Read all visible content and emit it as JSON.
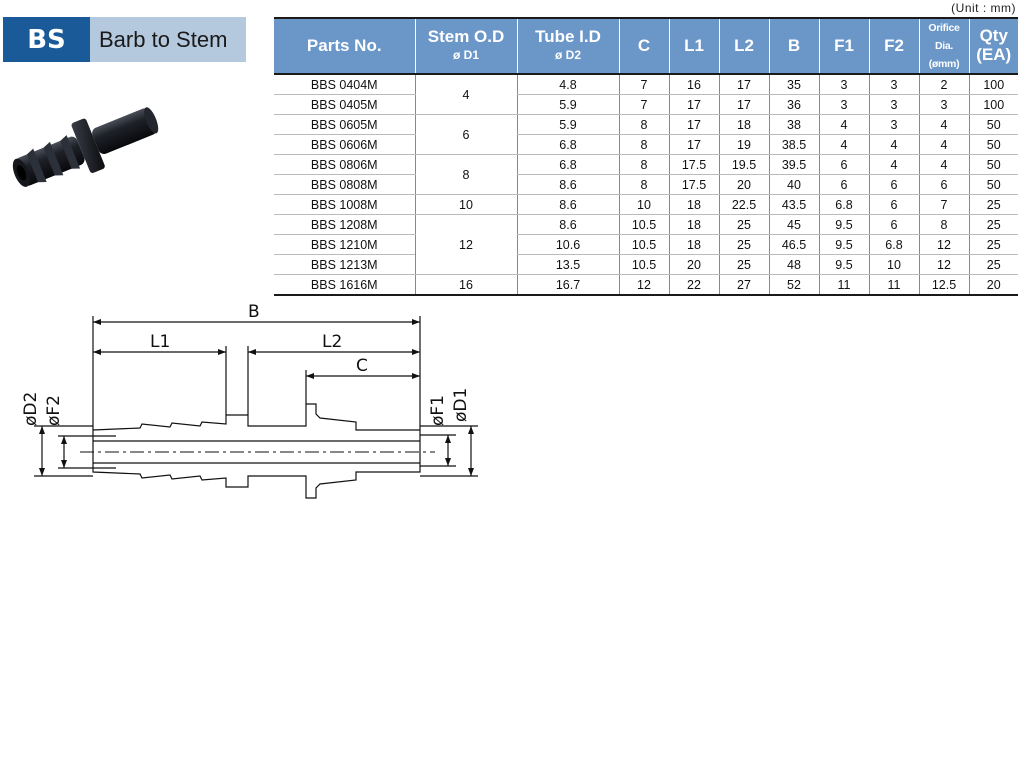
{
  "header": {
    "code": "BS",
    "title": "Barb to Stem"
  },
  "unit_note": "(Unit : mm)",
  "photo": {
    "icon": "barb-to-stem-fitting-photo"
  },
  "table": {
    "headers": {
      "parts_no": "Parts No.",
      "stem_od_line1": "Stem O.D",
      "stem_od_line2": "ø D1",
      "tube_id_line1": "Tube I.D",
      "tube_id_line2": "ø D2",
      "c": "C",
      "l1": "L1",
      "l2": "L2",
      "b": "B",
      "f1": "F1",
      "f2": "F2",
      "orifice_line1": "Orifice Dia.",
      "orifice_line2": "(ømm)",
      "qty_line1": "Qty",
      "qty_line2": "(EA)"
    },
    "rows": [
      {
        "part": "BBS 0404M",
        "d1": "4",
        "d2": "4.8",
        "c": "7",
        "l1": "16",
        "l2": "17",
        "b": "35",
        "f1": "3",
        "f2": "3",
        "orifice": "2",
        "qty": "100"
      },
      {
        "part": "BBS 0405M",
        "d1": "4",
        "d2": "5.9",
        "c": "7",
        "l1": "17",
        "l2": "17",
        "b": "36",
        "f1": "3",
        "f2": "3",
        "orifice": "3",
        "qty": "100"
      },
      {
        "part": "BBS 0605M",
        "d1": "6",
        "d2": "5.9",
        "c": "8",
        "l1": "17",
        "l2": "18",
        "b": "38",
        "f1": "4",
        "f2": "3",
        "orifice": "4",
        "qty": "50"
      },
      {
        "part": "BBS 0606M",
        "d1": "6",
        "d2": "6.8",
        "c": "8",
        "l1": "17",
        "l2": "19",
        "b": "38.5",
        "f1": "4",
        "f2": "4",
        "orifice": "4",
        "qty": "50"
      },
      {
        "part": "BBS 0806M",
        "d1": "8",
        "d2": "6.8",
        "c": "8",
        "l1": "17.5",
        "l2": "19.5",
        "b": "39.5",
        "f1": "6",
        "f2": "4",
        "orifice": "4",
        "qty": "50"
      },
      {
        "part": "BBS 0808M",
        "d1": "8",
        "d2": "8.6",
        "c": "8",
        "l1": "17.5",
        "l2": "20",
        "b": "40",
        "f1": "6",
        "f2": "6",
        "orifice": "6",
        "qty": "50"
      },
      {
        "part": "BBS 1008M",
        "d1": "10",
        "d2": "8.6",
        "c": "10",
        "l1": "18",
        "l2": "22.5",
        "b": "43.5",
        "f1": "6.8",
        "f2": "6",
        "orifice": "7",
        "qty": "25"
      },
      {
        "part": "BBS 1208M",
        "d1": "12",
        "d2": "8.6",
        "c": "10.5",
        "l1": "18",
        "l2": "25",
        "b": "45",
        "f1": "9.5",
        "f2": "6",
        "orifice": "8",
        "qty": "25"
      },
      {
        "part": "BBS 1210M",
        "d1": "12",
        "d2": "10.6",
        "c": "10.5",
        "l1": "18",
        "l2": "25",
        "b": "46.5",
        "f1": "9.5",
        "f2": "6.8",
        "orifice": "12",
        "qty": "25"
      },
      {
        "part": "BBS 1213M",
        "d1": "12",
        "d2": "13.5",
        "c": "10.5",
        "l1": "20",
        "l2": "25",
        "b": "48",
        "f1": "9.5",
        "f2": "10",
        "orifice": "12",
        "qty": "25"
      },
      {
        "part": "BBS 1616M",
        "d1": "16",
        "d2": "16.7",
        "c": "12",
        "l1": "22",
        "l2": "27",
        "b": "52",
        "f1": "11",
        "f2": "11",
        "orifice": "12.5",
        "qty": "20"
      }
    ]
  },
  "diagram": {
    "icon": "barb-to-stem-dimension-drawing",
    "labels": {
      "b": "B",
      "l1": "L1",
      "l2": "L2",
      "c": "C",
      "d2": "øD2",
      "f2": "øF2",
      "f1": "øF1",
      "d1": "øD1"
    }
  },
  "colors": {
    "badge": "#1b5a99",
    "title_bar": "#b4c8de",
    "table_header": "#6b96c8"
  }
}
